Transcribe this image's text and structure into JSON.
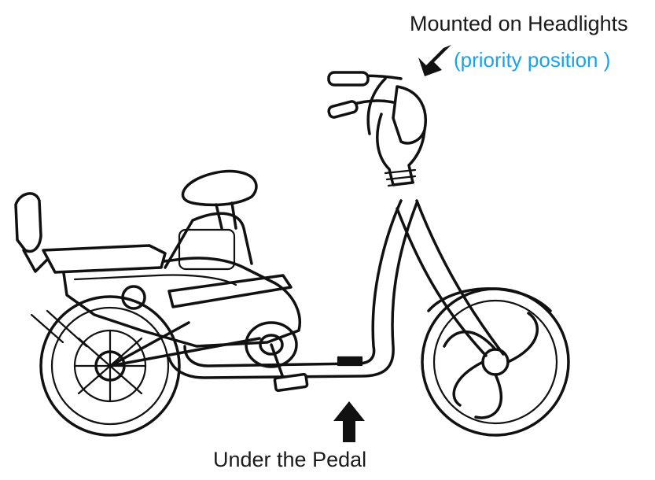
{
  "annotations": {
    "headlights": "Mounted on Headlights",
    "priority": "(priority position )",
    "pedal": "Under the Pedal"
  },
  "colors": {
    "text": "#1a1a1a",
    "priority_text": "#1aa3e8",
    "line_art": "#111111",
    "background": "#ffffff"
  },
  "icons": {
    "headlights_pointer": "arrow-down-left-icon",
    "pedal_pointer": "arrow-up-icon"
  }
}
